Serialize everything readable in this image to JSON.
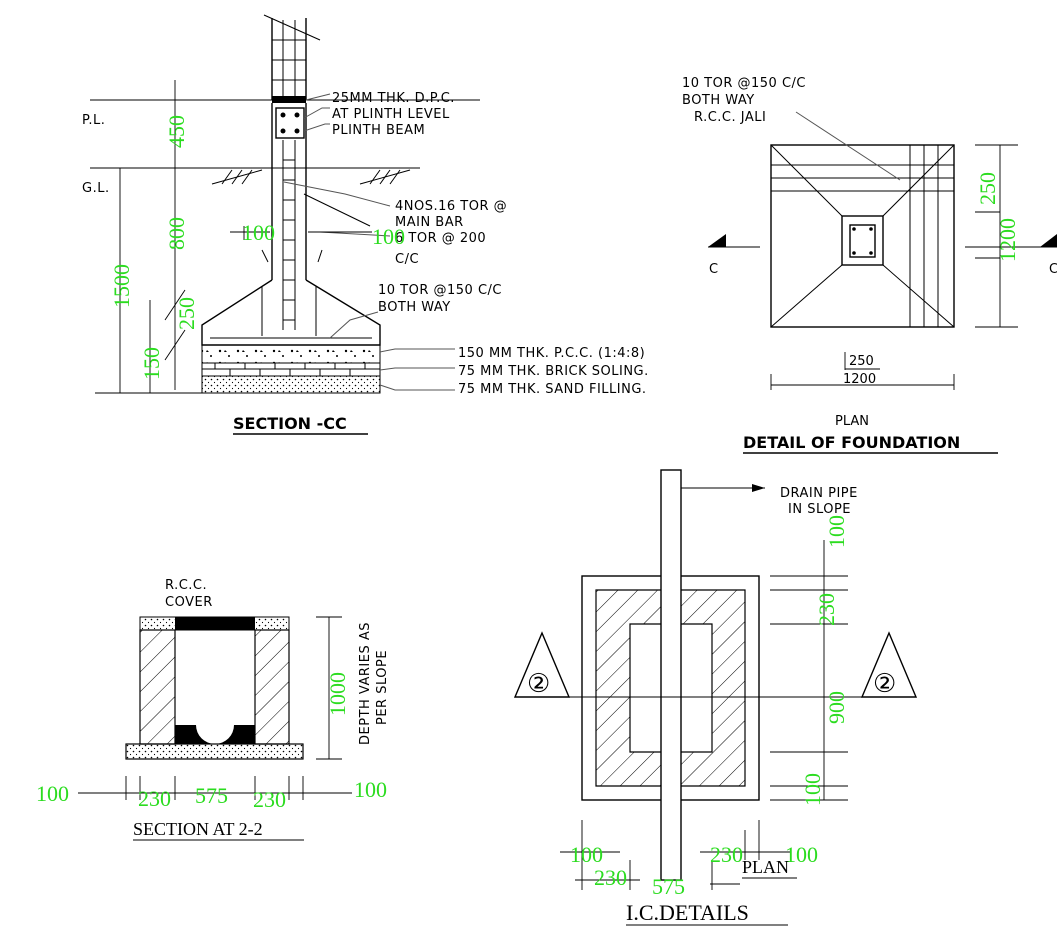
{
  "section_cc": {
    "labels": {
      "pl": "P.L.",
      "gl": "G.L.",
      "dpc_1": "25MM THK. D.P.C.",
      "dpc_2": "AT PLINTH LEVEL",
      "plinth_beam": "PLINTH BEAM",
      "main_bar_1": "4NOS.16 TOR @",
      "main_bar_2": "MAIN BAR",
      "tie_1": "6 TOR @ 200",
      "tie_2": "C/C",
      "mesh_1": "10 TOR @150 C/C",
      "mesh_2": "BOTH WAY",
      "pcc": "150 MM THK. P.C.C. (1:4:8)",
      "brick": "75   MM THK. BRICK SOLING.",
      "sand": "75   MM THK. SAND FILLING."
    },
    "dims": {
      "d450": "450",
      "d800": "800",
      "d1500": "1500",
      "d250": "250",
      "d150": "150",
      "d100_left": "100",
      "d100_right": "100"
    },
    "title": "SECTION -CC"
  },
  "foundation_plan": {
    "labels": {
      "mesh_1": "10 TOR @150 C/C",
      "mesh_2": "BOTH WAY",
      "jali": "R.C.C. JALI",
      "c_left": "C",
      "c_right": "C",
      "plan": "PLAN"
    },
    "dims": {
      "d250_v": "250",
      "d1200_v": "1200",
      "d250_h": "250",
      "d1200_h": "1200"
    },
    "title": "DETAIL OF FOUNDATION"
  },
  "section_22": {
    "labels": {
      "cover_1": "R.C.C.",
      "cover_2": "COVER",
      "depth_1": "DEPTH VARIES AS",
      "depth_2": "PER SLOPE"
    },
    "dims": {
      "d1000": "1000",
      "d100_a": "100",
      "d230_a": "230",
      "d575": "575",
      "d230_b": "230",
      "d100_b": "100"
    },
    "title": "SECTION AT 2-2"
  },
  "ic_details": {
    "labels": {
      "drain_1": "DRAIN PIPE",
      "drain_2": "IN SLOPE",
      "mark_left": "②",
      "mark_right": "②",
      "plan": "PLAN"
    },
    "dims": {
      "d100_top": "100",
      "d230_top": "230",
      "d900": "900",
      "d100_bot": "100",
      "d100_l": "100",
      "d230_l": "230",
      "d575": "575",
      "d230_r": "230",
      "d100_r": "100"
    },
    "title": "I.C.DETAILS"
  }
}
